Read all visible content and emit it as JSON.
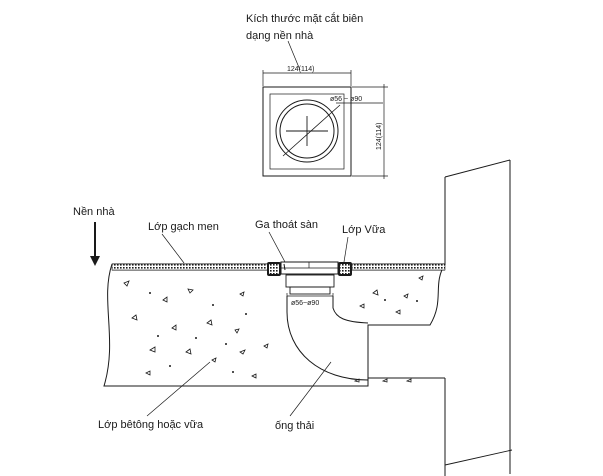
{
  "labels": {
    "top_title_line1": "Kích thước mặt cắt biên",
    "top_title_line2": "dạng nền nhà",
    "floor_base": "Nền nhà",
    "tile_layer": "Lớp gạch men",
    "floor_drain": "Ga thoát sàn",
    "mortar_layer": "Lớp Vữa",
    "concrete_layer": "Lớp bêtông hoặc vữa",
    "drain_pipe": "ống thải"
  },
  "dimensions": {
    "plan_width": "124(114)",
    "plan_height": "124(114)",
    "plan_diameter": "ø56 ~ ø90",
    "section_diameter": "ø56~ø90"
  },
  "colors": {
    "line": "#1a1a1a",
    "background": "#ffffff"
  }
}
